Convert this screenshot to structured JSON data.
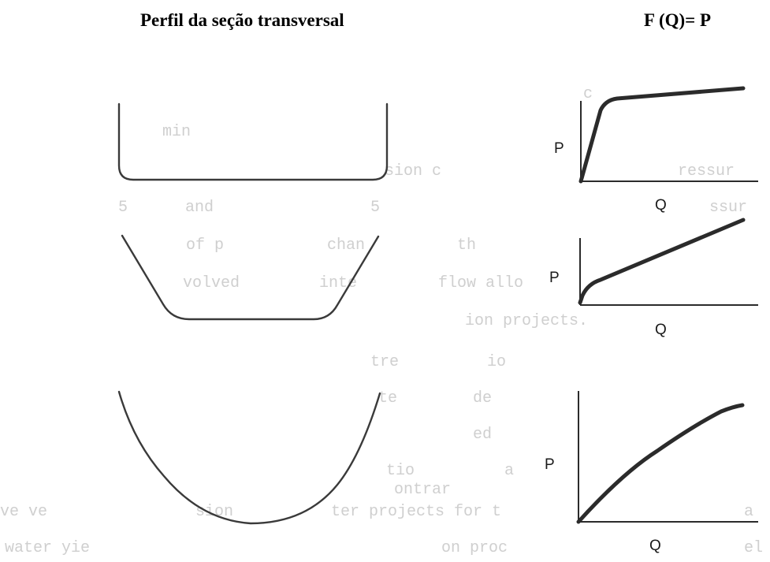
{
  "headings": {
    "left": "Perfil da seção transversal",
    "right": "F (Q)= P"
  },
  "graphs": [
    {
      "x_axis_label": "Q",
      "y_axis_label": "P"
    },
    {
      "x_axis_label": "Q",
      "y_axis_label": "P"
    },
    {
      "x_axis_label": "Q",
      "y_axis_label": "P"
    }
  ],
  "bleed_through_text": [
    "c",
    "min",
    "sion c",
    "ressur",
    "5",
    "and",
    "5",
    "ssur",
    "of p",
    "chan",
    "th",
    "volved",
    "inte",
    "flow allo",
    "ion projects.",
    "tre",
    "io",
    "te",
    "de",
    "ed",
    "tio",
    "a",
    "ontrar",
    "ve ve",
    "sion",
    "ter projects for t",
    "a",
    "water yie",
    "on proc",
    "el"
  ],
  "colors": {
    "ink": "#2b2b2b",
    "background": "#ffffff",
    "ghost_text": "#cfcfcf"
  }
}
